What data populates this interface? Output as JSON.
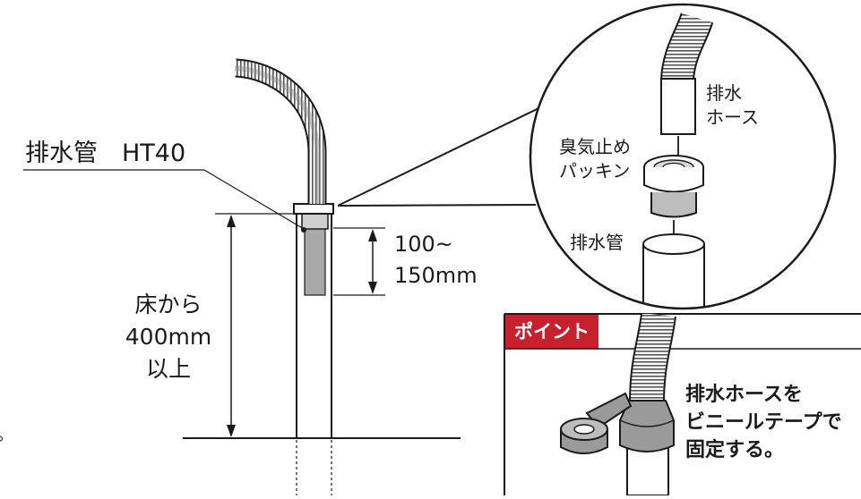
{
  "labels": {
    "main_pipe": "排水管　HT40",
    "depth_line1": "100~",
    "depth_line2": "150mm",
    "floor_line1": "床から",
    "floor_line2": "400mm",
    "floor_line3": "以上",
    "stray_mark": "。"
  },
  "detail": {
    "hose_line1": "排水",
    "hose_line2": "ホース",
    "packing_line1": "臭気止め",
    "packing_line2": "パッキン",
    "pipe": "排水管"
  },
  "point": {
    "badge": "ポイント",
    "text_line1": "排水ホースを",
    "text_line2": "ビニールテープで",
    "text_line3": "固定する。"
  },
  "colors": {
    "badge_red": "#c8202e",
    "line": "#1a1a1a",
    "gray_fill": "#9a9a9a",
    "light_gray": "#cfcfcf"
  }
}
